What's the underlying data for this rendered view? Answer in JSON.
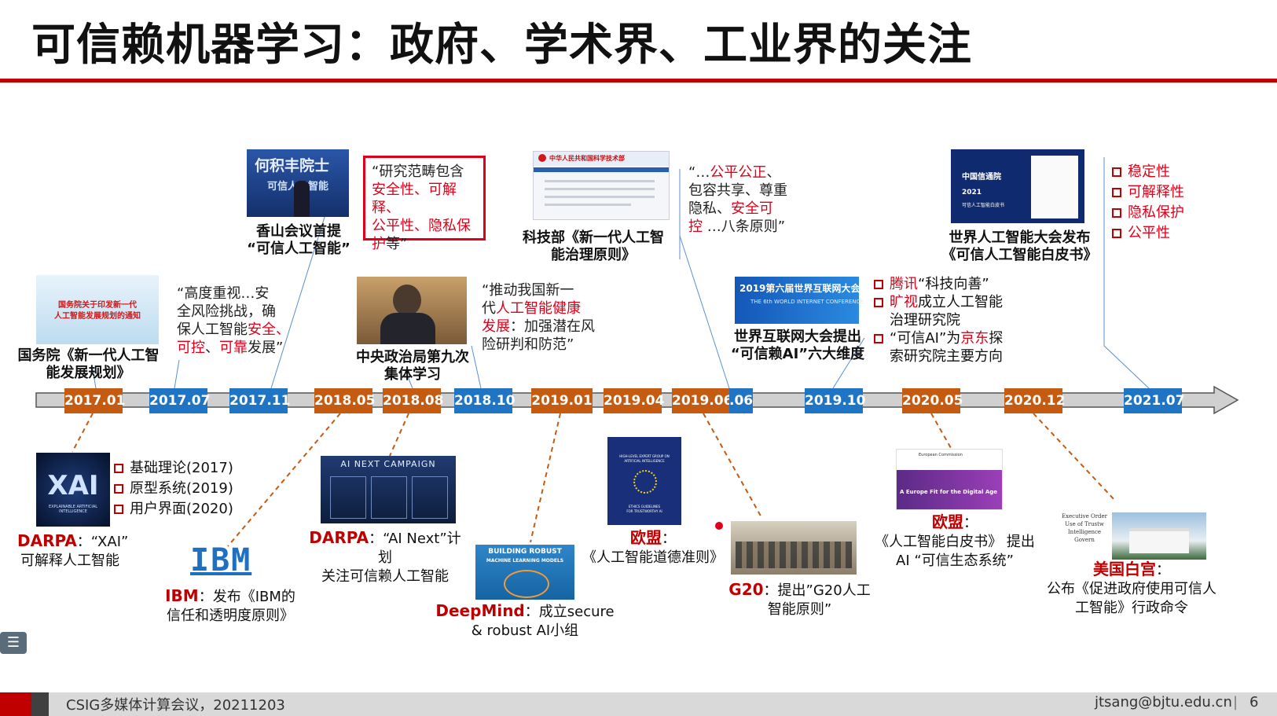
{
  "title": "可信赖机器学习：政府、学术界、工业界的关注",
  "dates": [
    "2017.01",
    "2017.07",
    "2017.11",
    "2018.05",
    "2018.08",
    "2018.10",
    "2019.01",
    "2019.04",
    "2019.06",
    "2019.06",
    "2019.10",
    "2020.05",
    "2020.12",
    "2021.07"
  ],
  "date_06_suffix": ".06",
  "top": {
    "state_council_img": [
      "国务院关于印发新一代",
      "人工智能发展规划的通知"
    ],
    "state_council_label": [
      "国务院《新一代人工智",
      "能发展规划》"
    ],
    "q2017_07": {
      "a": "“高度重视…安",
      "b": "全风险挑战，确",
      "c": "保人工智能",
      "d": "安全、",
      "e": "可控",
      "f": "、",
      "g": "可靠",
      "h": "发展”"
    },
    "xiangshan_img": [
      "何积丰院士",
      "可信人工智能"
    ],
    "xiangshan_label": [
      "香山会议首提",
      "“可信人工智能”"
    ],
    "box": {
      "a": "“研究范畴包含",
      "b": "安全性、可解释",
      "c": "、",
      "d": "公平性、隐私保",
      "e": "护",
      "f": "等”"
    },
    "politburo_label": [
      "中央政治局第九次",
      "集体学习"
    ],
    "q2018_10": {
      "a": "“推动我国新一",
      "b": "代",
      "c": "人工智能健康",
      "d": "发展",
      "e": "：加强潜在风",
      "f": "险研判和防范”"
    },
    "most_img_title": "中华人民共和国科学技术部",
    "most_label": [
      "科技部《新一代人工智",
      "能治理原则》"
    ],
    "q2019_06": {
      "a": "“…",
      "b": "公平公正",
      "c": "、",
      "d": "包容共享、尊重",
      "e": "隐私、",
      "f": "安全可",
      "g": "控",
      "h": " …八条原则”"
    },
    "wic_img": "2019第六届世界互联网大会",
    "wic_img_sub": "THE 6th WORLD INTERNET CONFERENCE",
    "wic_label": [
      "世界互联网大会提出",
      "“可信赖AI”六大维度"
    ],
    "industry": [
      {
        "red": "腾讯",
        "rest": "“科技向善”"
      },
      {
        "red": "旷视",
        "rest": "成立人工智能"
      },
      {
        "plain": "治理研究院"
      },
      {
        "pre": "“可信AI”为",
        "red": "京东",
        "rest": "探"
      },
      {
        "plain": "索研究院主要方向"
      }
    ],
    "waic_img": [
      "中国信通院",
      "2021",
      "可信人工智能白皮书"
    ],
    "waic_label": [
      "世界人工智能大会发布",
      "《可信人工智能白皮书》"
    ],
    "waic_list": [
      "稳定性",
      "可解释性",
      "隐私保护",
      "公平性"
    ]
  },
  "bottom": {
    "xai_img": "XAI",
    "xai_sub": "EXPLAINABLE ARTIFICIAL INTELLIGENCE",
    "xai_list": [
      "基础理论(2017)",
      "原型系统(2019)",
      "用户界面(2020)"
    ],
    "darpa1_name": "DARPA",
    "darpa1_rest": "：“XAI”",
    "darpa1_line2": "可解释人工智能",
    "ibm_logo": "IBM",
    "ibm_name": "IBM",
    "ibm_rest": "：发布《IBM的",
    "ibm_line2": "信任和透明度原则》",
    "ainext_img": "AI NEXT CAMPAIGN",
    "darpa2_name": "DARPA",
    "darpa2_rest": "：“AI Next”计划",
    "darpa2_line2": "关注可信赖人工智能",
    "dm_img": [
      "BUILDING ROBUST",
      "MACHINE LEARNING MODELS"
    ],
    "dm_name": "DeepMind",
    "dm_rest": "：成立secure",
    "dm_line2": "& robust AI小组",
    "eu1_img": [
      "HIGH-LEVEL EXPERT GROUP ON",
      "ARTIFICIAL INTELLIGENCE",
      "ETHICS GUIDELINES",
      "FOR TRUSTWORTHY AI"
    ],
    "eu1_name": "欧盟",
    "eu1_rest": "：",
    "eu1_line2": "《人工智能道德准则》",
    "g20_name": "G20",
    "g20_rest": "：提出”G20人工",
    "g20_line2": "智能原则”",
    "eu2_img": [
      "European Commission",
      "A Europe Fit for the Digital Age"
    ],
    "eu2_name": "欧盟",
    "eu2_rest": "：",
    "eu2_line2": "《人工智能白皮书》 提出",
    "eu2_line3": "AI “可信生态系统”",
    "wh_img": [
      "Executive Order",
      "Use of Trustw",
      "Intelligence",
      "Govern"
    ],
    "wh_name": "美国白宫",
    "wh_rest": "：",
    "wh_line2": "公布《促进政府使用可信人",
    "wh_line3": "工智能》行政命令"
  },
  "footer": {
    "left": "CSIG多媒体计算会议，20211203",
    "email": "jtsang@bjtu.edu.cn",
    "sep": "|",
    "page": "6"
  },
  "menu_icon": "list-icon",
  "colors": {
    "red": "#c00000",
    "orange": "#c55a11",
    "blue": "#1f75c4"
  }
}
